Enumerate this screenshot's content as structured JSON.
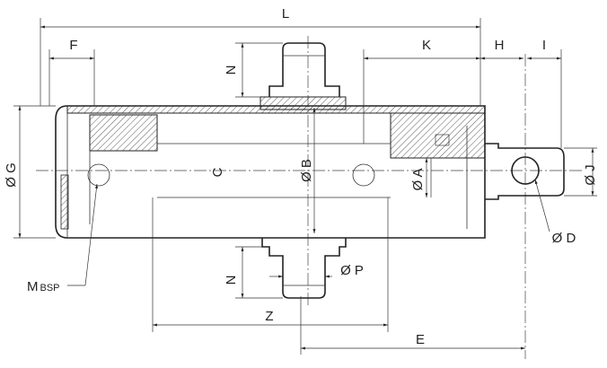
{
  "drawing": {
    "title": "Hydraulic cylinder with trunnion mounting - dimension drawing",
    "labels": {
      "L": "L",
      "F": "F",
      "K": "K",
      "H": "H",
      "I": "I",
      "N_top": "N",
      "N_bottom": "N",
      "C": "C",
      "B": "Ø B",
      "A": "Ø A",
      "G": "Ø G",
      "J": "Ø J",
      "D": "Ø D",
      "P": "Ø P",
      "M": "M",
      "M_sub": "BSP",
      "Z": "Z",
      "E": "E"
    }
  }
}
